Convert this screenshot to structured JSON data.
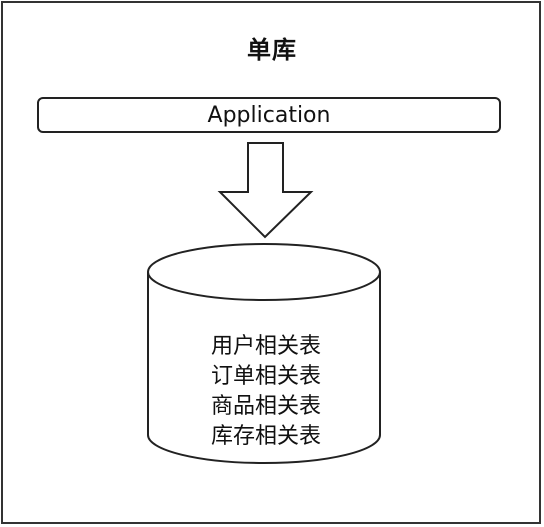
{
  "diagram": {
    "title": "单库",
    "application_label": "Application",
    "database": {
      "tables": [
        "用户相关表",
        "订单相关表",
        "商品相关表",
        "库存相关表"
      ]
    }
  },
  "colors": {
    "stroke": "#222222",
    "background": "#ffffff",
    "text": "#111111"
  }
}
